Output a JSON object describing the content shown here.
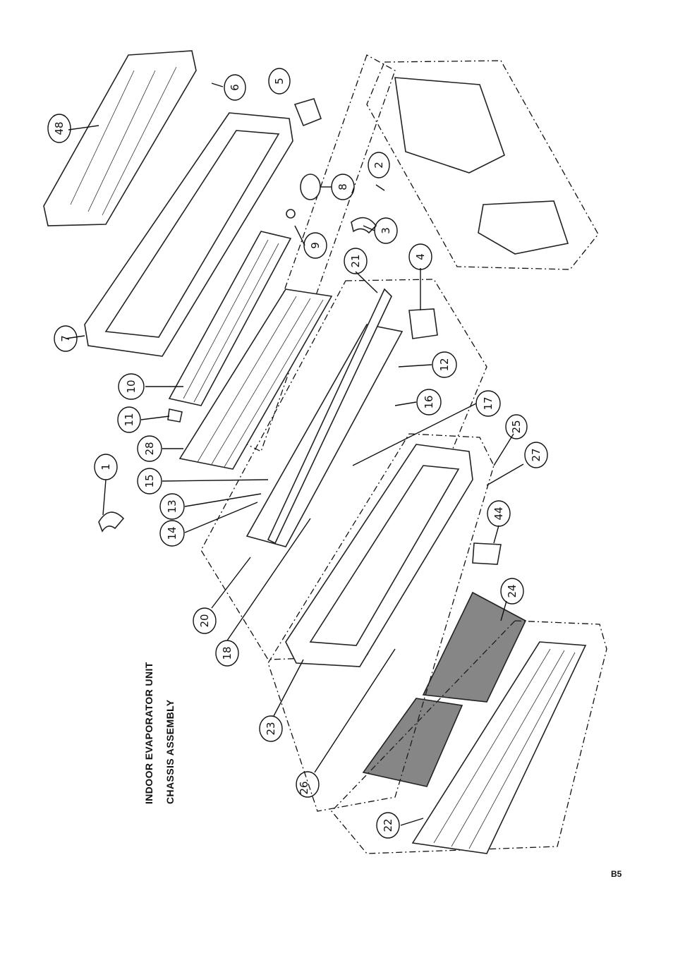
{
  "title": {
    "line1": "INDOOR EVAPORATOR UNIT",
    "line2": "CHASSIS ASSEMBLY"
  },
  "page_code": "B5",
  "callouts": [
    "48",
    "6",
    "5",
    "7",
    "2",
    "8",
    "9",
    "3",
    "21",
    "4",
    "10",
    "11",
    "28",
    "12",
    "16",
    "17",
    "15",
    "13",
    "14",
    "1",
    "25",
    "27",
    "44",
    "20",
    "18",
    "24",
    "23",
    "26",
    "22"
  ]
}
